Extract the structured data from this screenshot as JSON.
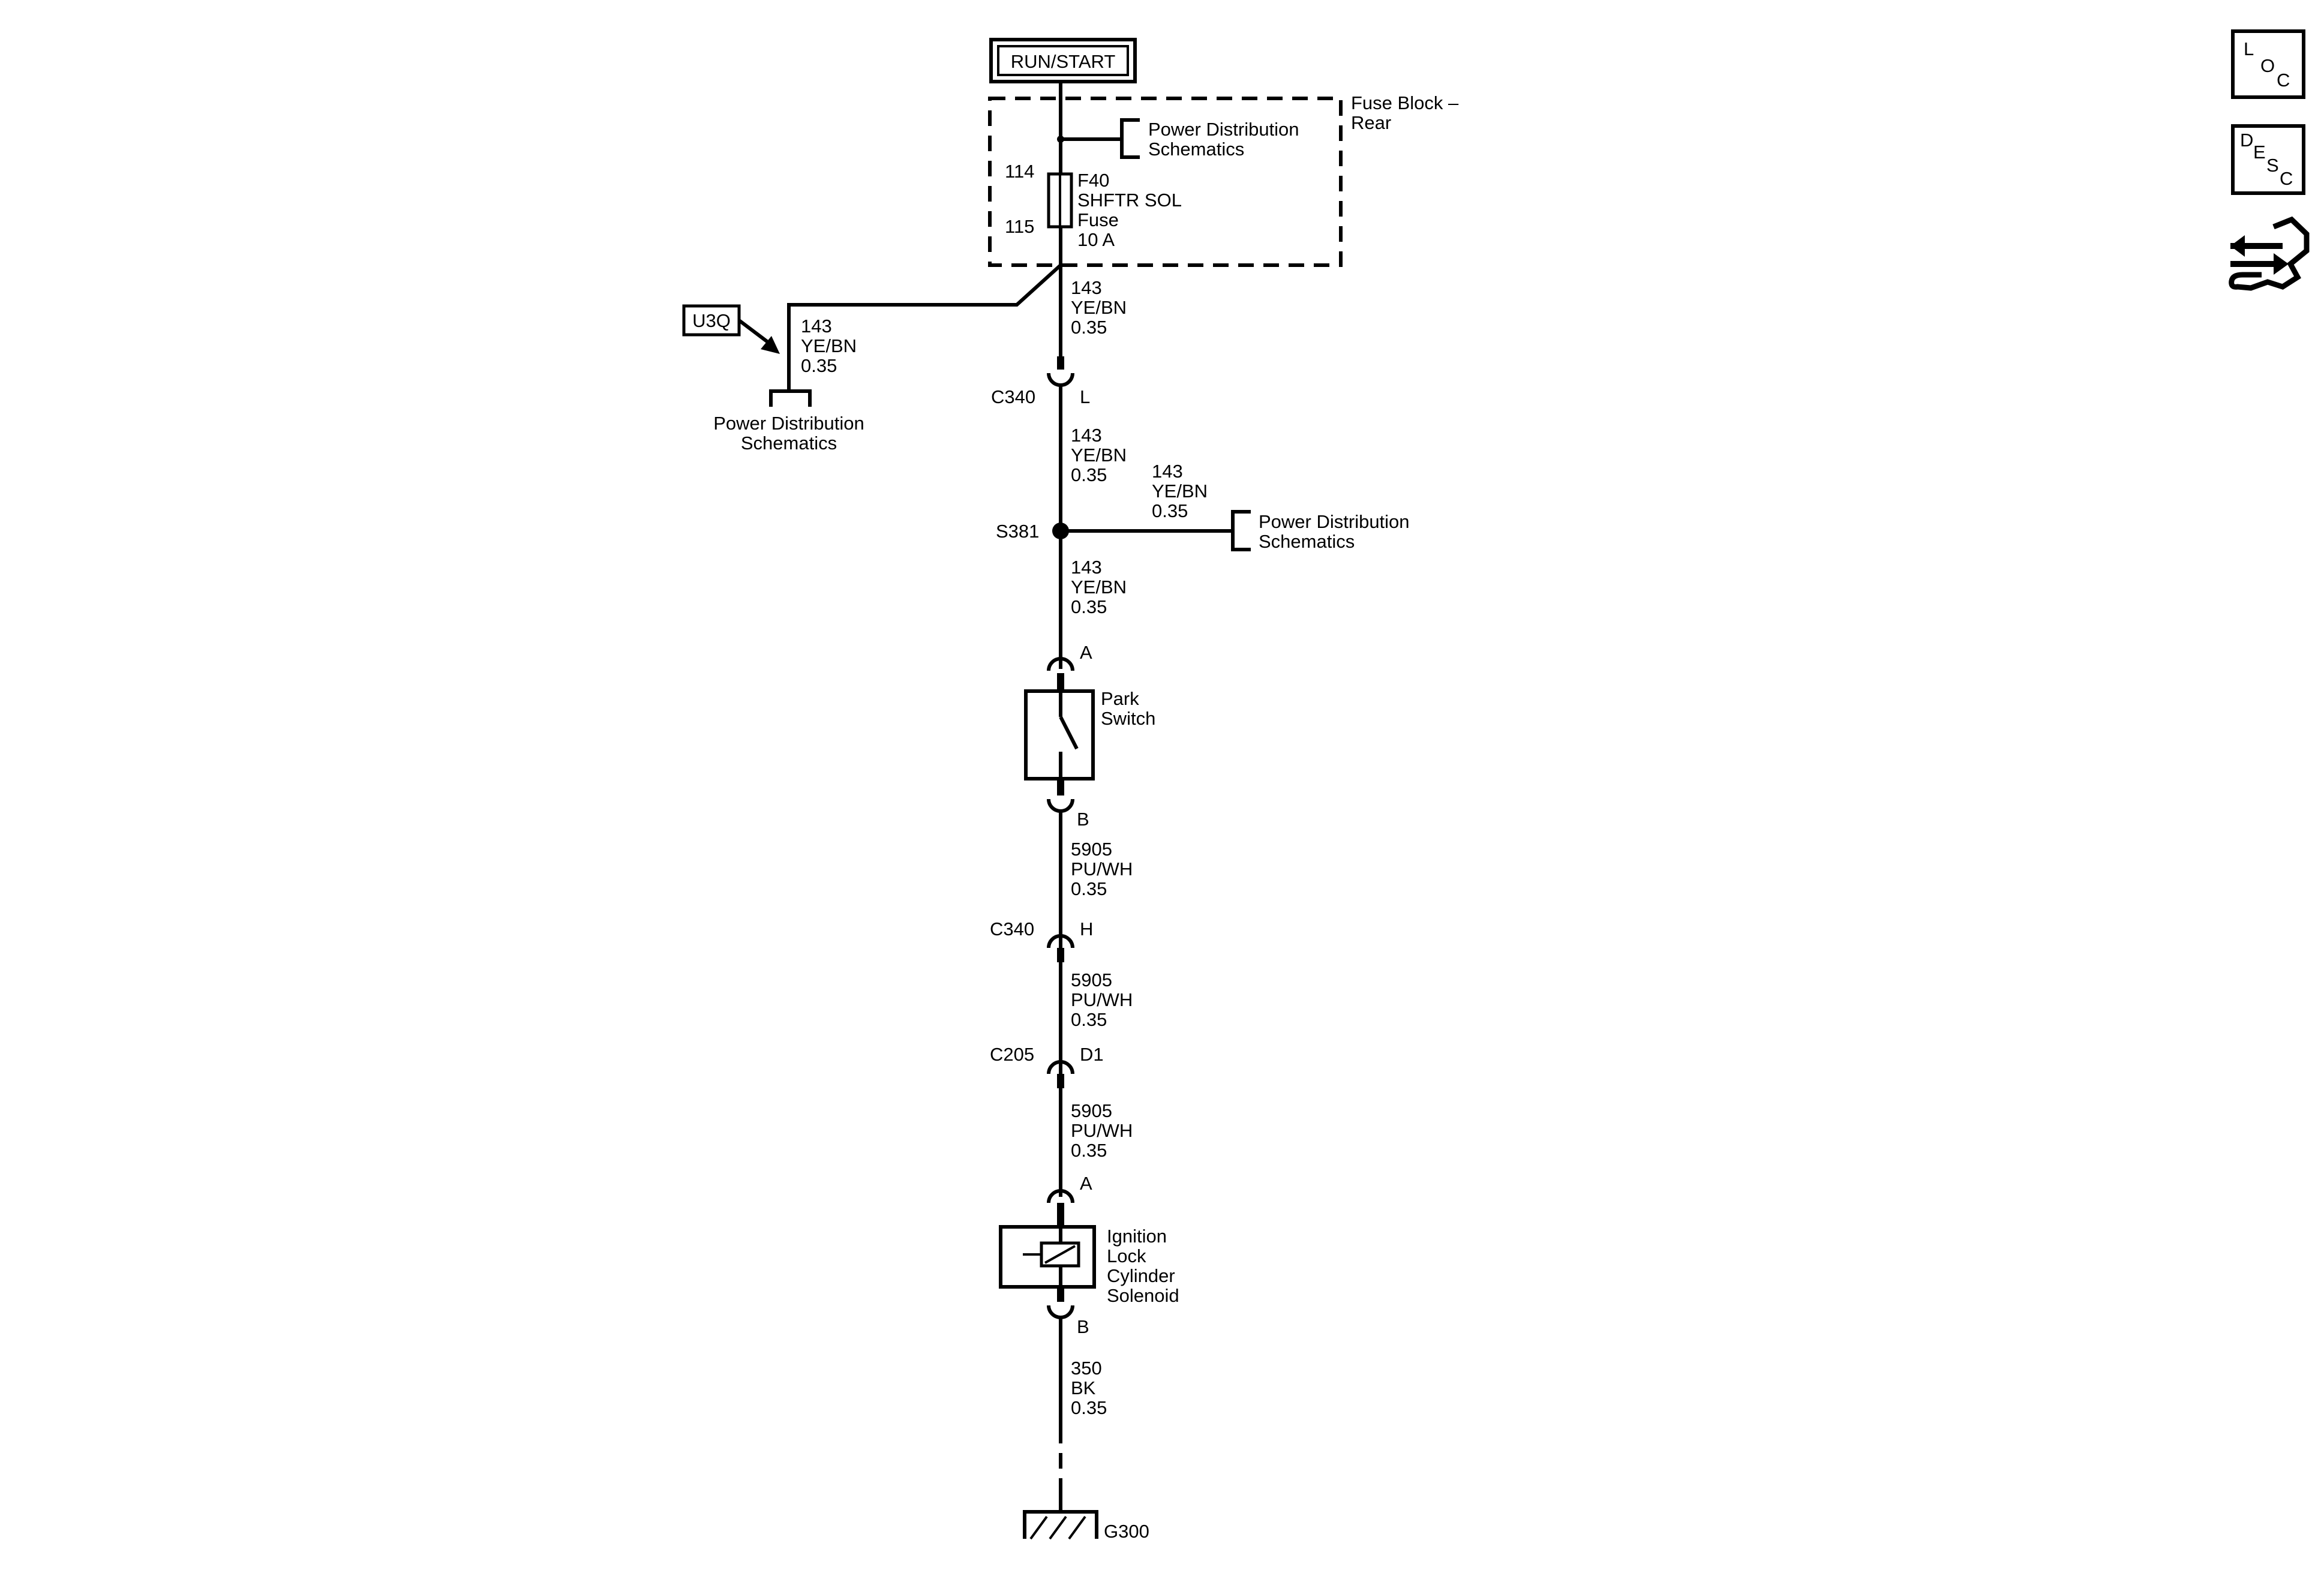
{
  "source": {
    "label": "RUN/START"
  },
  "fuse_block": {
    "title_line1": "Fuse Block –",
    "title_line2": "Rear",
    "cavity_in": "114",
    "cavity_out": "115",
    "fuse_name": "F40",
    "fuse_desc": "SHFTR SOL",
    "fuse_word": "Fuse",
    "fuse_rating": "10 A"
  },
  "power_dist": {
    "line1": "Power Distribution",
    "line2": "Schematics"
  },
  "option_badge": "U3Q",
  "wires": {
    "w143": {
      "circuit": "143",
      "color": "YE/BN",
      "gauge": "0.35"
    },
    "w5905": {
      "circuit": "5905",
      "color": "PU/WH",
      "gauge": "0.35"
    },
    "w350": {
      "circuit": "350",
      "color": "BK",
      "gauge": "0.35"
    }
  },
  "connectors": {
    "c340": "C340",
    "c205": "C205",
    "pin_L": "L",
    "pin_H": "H",
    "pin_D1": "D1",
    "pin_A": "A",
    "pin_B": "B"
  },
  "splice": "S381",
  "park_switch": {
    "line1": "Park",
    "line2": "Switch"
  },
  "solenoid": {
    "line1": "Ignition",
    "line2": "Lock",
    "line3": "Cylinder",
    "line4": "Solenoid"
  },
  "ground": "G300",
  "nav_icons": {
    "loc": {
      "l": "L",
      "o": "O",
      "c": "C"
    },
    "desc": {
      "d": "D",
      "e": "E",
      "s": "S",
      "c": "C"
    }
  }
}
